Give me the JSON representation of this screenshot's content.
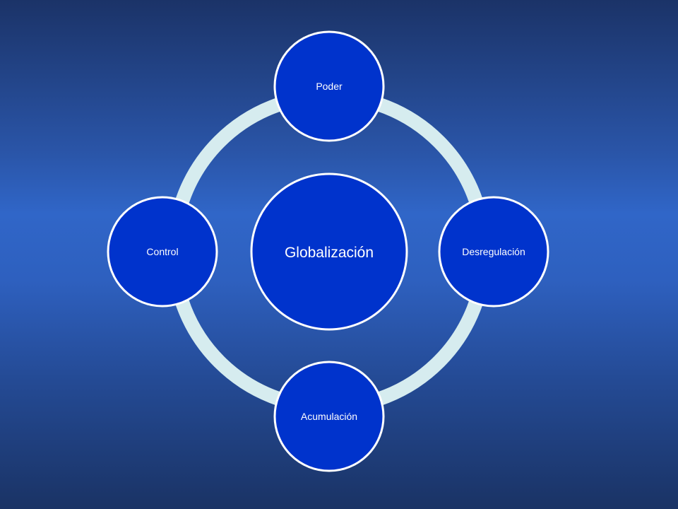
{
  "diagram": {
    "center": {
      "label": "Globalización"
    },
    "nodes": [
      {
        "id": "top",
        "label": "Poder"
      },
      {
        "id": "right",
        "label": "Desregulación"
      },
      {
        "id": "bottom",
        "label": "Acumulación"
      },
      {
        "id": "left",
        "label": "Control"
      }
    ]
  },
  "colors": {
    "node_fill": "#0033cc",
    "node_stroke": "#ffffff",
    "ring": "#d6ecef",
    "text": "#ffffff"
  }
}
